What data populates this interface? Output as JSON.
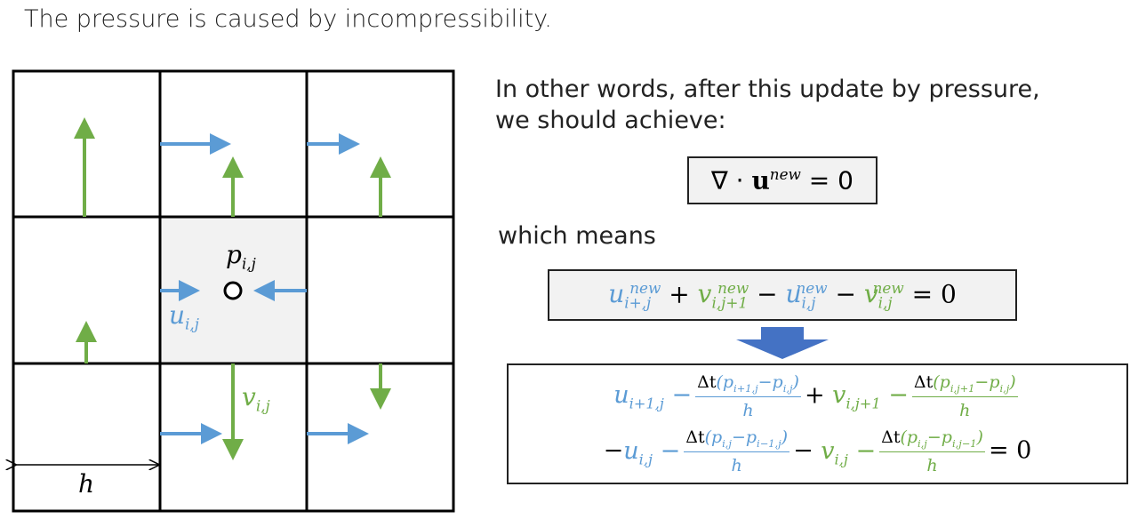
{
  "title": "The pressure is caused by incompressibility.",
  "text1": "In other words, after this update by pressure,",
  "text2": "we should achieve:",
  "text3": "which means",
  "diagram": {
    "pressure_label": "p",
    "pressure_sub": "i,j",
    "u_label": "u",
    "u_sub": "i,j",
    "v_label": "v",
    "v_sub": "i,j",
    "h_label": "h"
  },
  "colors": {
    "u": "#5b9bd5",
    "v": "#70ad47",
    "arrow": "#4472c4"
  }
}
